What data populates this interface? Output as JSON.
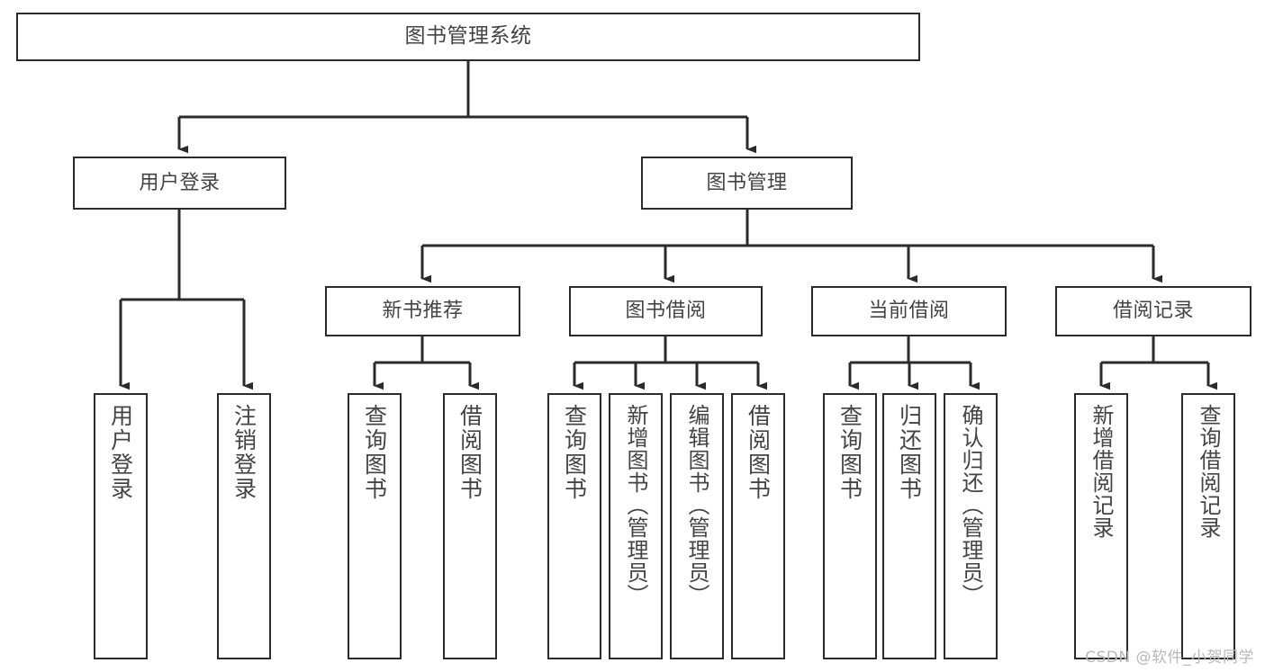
{
  "diagram": {
    "title": "图书管理系统",
    "type": "tree-hierarchy-diagram",
    "line_color": "#2b2b2b",
    "box_fill": "#ffffff",
    "text_color": "#444444",
    "nodes": {
      "root": {
        "label": "图书管理系统",
        "level": 1,
        "orientation": "horizontal"
      },
      "user_login": {
        "label": "用户登录",
        "level": 2,
        "orientation": "horizontal"
      },
      "book_manage": {
        "label": "图书管理",
        "level": 2,
        "orientation": "horizontal"
      },
      "new_book_rec": {
        "label": "新书推荐",
        "level": 3,
        "orientation": "horizontal"
      },
      "book_borrow": {
        "label": "图书借阅",
        "level": 3,
        "orientation": "horizontal"
      },
      "current_borrow": {
        "label": "当前借阅",
        "level": 3,
        "orientation": "horizontal"
      },
      "borrow_record": {
        "label": "借阅记录",
        "level": 3,
        "orientation": "horizontal"
      },
      "leaf_user_login": {
        "label": "用户登录",
        "level": 4,
        "orientation": "vertical"
      },
      "leaf_logout": {
        "label": "注销登录",
        "level": 4,
        "orientation": "vertical"
      },
      "leaf_query_book_a": {
        "label": "查询图书",
        "level": 4,
        "orientation": "vertical"
      },
      "leaf_borrow_book_a": {
        "label": "借阅图书",
        "level": 4,
        "orientation": "vertical"
      },
      "leaf_query_book_b": {
        "label": "查询图书",
        "level": 4,
        "orientation": "vertical"
      },
      "leaf_add_book": {
        "label": "新增图书（管理员）",
        "level": 4,
        "orientation": "vertical"
      },
      "leaf_edit_book": {
        "label": "编辑图书（管理员）",
        "level": 4,
        "orientation": "vertical"
      },
      "leaf_borrow_book_b": {
        "label": "借阅图书",
        "level": 4,
        "orientation": "vertical"
      },
      "leaf_query_book_c": {
        "label": "查询图书",
        "level": 4,
        "orientation": "vertical"
      },
      "leaf_return_book": {
        "label": "归还图书",
        "level": 4,
        "orientation": "vertical"
      },
      "leaf_confirm_return": {
        "label": "确认归还（管理员）",
        "level": 4,
        "orientation": "vertical"
      },
      "leaf_add_record": {
        "label": "新增借阅记录",
        "level": 4,
        "orientation": "vertical"
      },
      "leaf_query_record": {
        "label": "查询借阅记录",
        "level": 4,
        "orientation": "vertical"
      }
    },
    "edges": [
      {
        "from": "root",
        "to": "user_login"
      },
      {
        "from": "root",
        "to": "book_manage"
      },
      {
        "from": "user_login",
        "to": "leaf_user_login"
      },
      {
        "from": "user_login",
        "to": "leaf_logout"
      },
      {
        "from": "book_manage",
        "to": "new_book_rec"
      },
      {
        "from": "book_manage",
        "to": "book_borrow"
      },
      {
        "from": "book_manage",
        "to": "current_borrow"
      },
      {
        "from": "book_manage",
        "to": "borrow_record"
      },
      {
        "from": "new_book_rec",
        "to": "leaf_query_book_a"
      },
      {
        "from": "new_book_rec",
        "to": "leaf_borrow_book_a"
      },
      {
        "from": "book_borrow",
        "to": "leaf_query_book_b"
      },
      {
        "from": "book_borrow",
        "to": "leaf_add_book"
      },
      {
        "from": "book_borrow",
        "to": "leaf_edit_book"
      },
      {
        "from": "book_borrow",
        "to": "leaf_borrow_book_b"
      },
      {
        "from": "current_borrow",
        "to": "leaf_query_book_c"
      },
      {
        "from": "current_borrow",
        "to": "leaf_return_book"
      },
      {
        "from": "current_borrow",
        "to": "leaf_confirm_return"
      },
      {
        "from": "borrow_record",
        "to": "leaf_add_record"
      },
      {
        "from": "borrow_record",
        "to": "leaf_query_record"
      }
    ]
  },
  "watermark": {
    "text": "CSDN @软件_小贺同学"
  }
}
